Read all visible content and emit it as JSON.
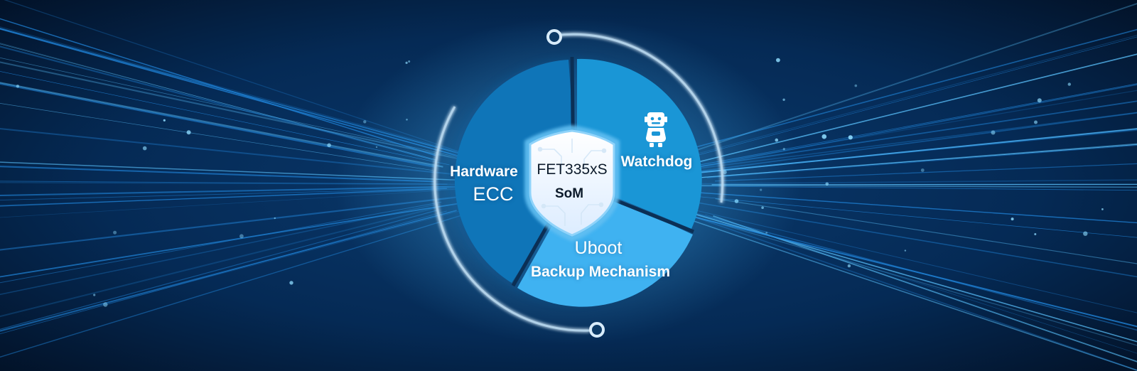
{
  "center": {
    "line1": "FET335xS",
    "line2": "SoM"
  },
  "segments": [
    {
      "id": "watchdog",
      "label": "Watchdog",
      "icon": "robot-icon",
      "color": "#1a96d6"
    },
    {
      "id": "uboot",
      "title": "Uboot",
      "subtitle": "Backup Mechanism",
      "color": "#3fb2f1"
    },
    {
      "id": "hardware-ecc",
      "title": "Hardware",
      "subtitle": "ECC",
      "color": "#0f75b8"
    }
  ],
  "colors": {
    "background": "#03203f",
    "streak": "#2aa3ff",
    "ring": "#b9d9f0",
    "shield": "#eef6ff"
  }
}
